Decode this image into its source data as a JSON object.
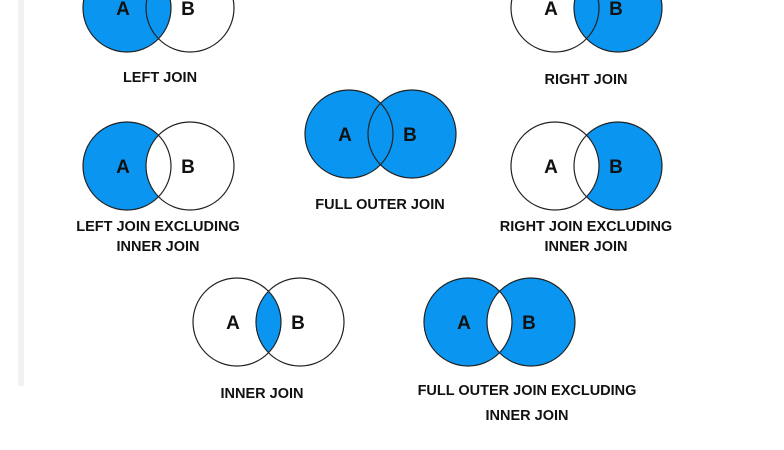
{
  "colors": {
    "fill": "#0a96f0",
    "stroke": "#222222",
    "background": "#ffffff"
  },
  "set_labels": {
    "a": "A",
    "b": "B"
  },
  "diagrams": [
    {
      "id": "left-join",
      "caption": [
        "LEFT JOIN"
      ],
      "shaded": [
        "a_only",
        "both"
      ]
    },
    {
      "id": "right-join",
      "caption": [
        "RIGHT JOIN"
      ],
      "shaded": [
        "both",
        "b_only"
      ]
    },
    {
      "id": "full-outer-join",
      "caption": [
        "FULL OUTER JOIN"
      ],
      "shaded": [
        "a_only",
        "both",
        "b_only"
      ]
    },
    {
      "id": "left-join-excluding",
      "caption": [
        "LEFT JOIN EXCLUDING",
        "INNER JOIN"
      ],
      "shaded": [
        "a_only"
      ]
    },
    {
      "id": "right-join-excluding",
      "caption": [
        "RIGHT JOIN EXCLUDING",
        "INNER JOIN"
      ],
      "shaded": [
        "b_only"
      ]
    },
    {
      "id": "inner-join",
      "caption": [
        "INNER JOIN"
      ],
      "shaded": [
        "both"
      ]
    },
    {
      "id": "full-outer-excluding",
      "caption": [
        "FULL OUTER JOIN EXCLUDING",
        "INNER JOIN"
      ],
      "shaded": [
        "a_only",
        "b_only"
      ]
    }
  ]
}
